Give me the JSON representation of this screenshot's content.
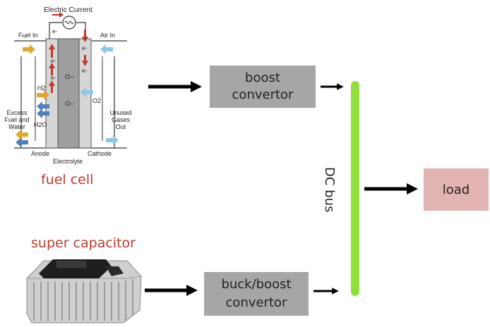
{
  "fuel_cell": {
    "title": "fuel cell",
    "labels": {
      "electric_current": "Electric Current",
      "fuel_in": "Fuel In",
      "air_in": "Air In",
      "h2": "H2",
      "o2": "O2",
      "h2o": "H2O",
      "excess": [
        "Excess",
        "Fuel and",
        "Water"
      ],
      "unused": [
        "Unused",
        "Gases",
        "Out"
      ],
      "anode": "Anode",
      "electrolyte": "Electrolyte",
      "cathode": "Cathode",
      "electron": "e-",
      "oxide_ion": "O--"
    }
  },
  "super_capacitor": {
    "title": "super capacitor"
  },
  "boost": {
    "line1": "boost",
    "line2": "convertor"
  },
  "buck_boost": {
    "line1": "buck/boost",
    "line2": "convertor"
  },
  "dc_bus": {
    "label": "DC bus"
  },
  "load": {
    "label": "load"
  },
  "colors": {
    "converter_box": "#a6a6a6",
    "load_box": "#e2b3b3",
    "bus": "#8fe03a",
    "title_red": "#c0392b",
    "arrow": "#000000",
    "fuel_arrow": "#e0a630",
    "air_arrow": "#8cc8e8",
    "electron_arrow": "#c0392b"
  }
}
